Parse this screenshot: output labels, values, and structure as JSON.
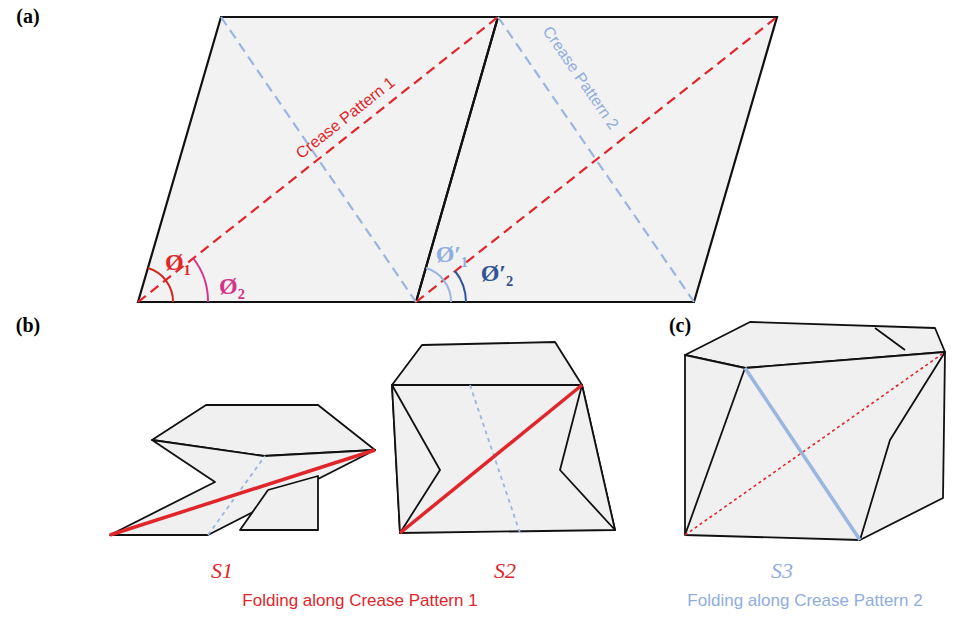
{
  "diagram": {
    "labels": [
      "(a)",
      "(b)",
      "(c)",
      "Crease Pattern 1",
      "Crease Pattern 2",
      "Ø₁",
      "Ø₂",
      "Ø′₁",
      "Ø′₂",
      "S1",
      "S2",
      "S3",
      "Folding along Crease Pattern 1",
      "Folding along Crease Pattern 2"
    ]
  }
}
